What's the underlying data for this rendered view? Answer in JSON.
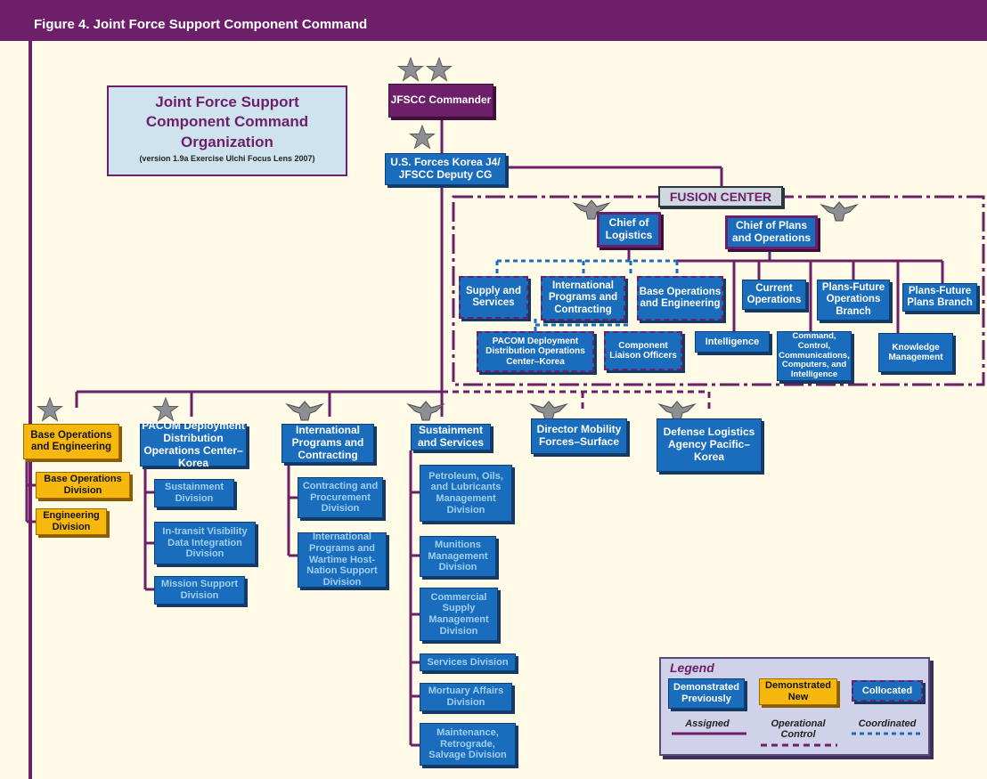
{
  "figure_title": "Figure 4.  Joint Force Support Component Command",
  "title_box": {
    "line1": "Joint Force Support",
    "line2": "Component Command",
    "line3": "Organization",
    "version": "(version 1.9a Exercise Ulchi Focus Lens 2007)"
  },
  "colors": {
    "header": "#6d1f6a",
    "assigned_box": "#1a6dbc",
    "new_box": "#f6b80d",
    "background": "#fffbe6",
    "coordinated_line": "#1a6dbc"
  },
  "command": {
    "commander": "JFSCC Commander",
    "deputy_l1": "U.S. Forces Korea J4/",
    "deputy_l2": "JFSCC Deputy CG"
  },
  "fusion_center": {
    "label": "FUSION CENTER",
    "chief_logistics": "Chief of Logistics",
    "chief_plans": "Chief of Plans and Operations",
    "supply_services": "Supply and Services",
    "intl_programs": "International Programs and Contracting",
    "base_ops_eng": "Base Operations and Engineering",
    "current_ops": "Current Operations",
    "plans_future_ops": "Plans-Future Operations Branch",
    "plans_future_plans": "Plans-Future Plans Branch",
    "pacom_ddoc": "PACOM Deployment Distribution Operations Center–Korea",
    "liaison": "Component Liaison Officers",
    "intelligence": "Intelligence",
    "c4i": "Command, Control, Communications, Computers, and Intelligence",
    "knowledge": "Knowledge Management"
  },
  "subordinates": {
    "base_ops": {
      "title": "Base Operations and Engineering",
      "divisions": [
        "Base Operations Division",
        "Engineering Division"
      ]
    },
    "pacom": {
      "title": "PACOM Deployment Distribution Operations Center–Korea",
      "divisions": [
        "Sustainment Division",
        "In-transit Visibility Data Integration Division",
        "Mission Support Division"
      ]
    },
    "intl": {
      "title": "International Programs and Contracting",
      "divisions": [
        "Contracting and Procurement Division",
        "International Programs and Wartime Host-Nation Support Division"
      ]
    },
    "sustain": {
      "title": "Sustainment and Services",
      "divisions": [
        "Petroleum, Oils, and Lubricants Management Division",
        "Munitions Management Division",
        "Commercial Supply Management Division",
        "Services Division",
        "Mortuary Affairs Division",
        "Maintenance, Retrograde, Salvage Division"
      ]
    },
    "dmf": {
      "title": "Director Mobility Forces–Surface"
    },
    "dla": {
      "title": "Defense Logistics Agency Pacific–Korea"
    }
  },
  "insignia": {
    "two_star": "two-star-insignia-icon",
    "one_star": "one-star-insignia-icon",
    "eagle": "colonel-eagle-insignia-icon"
  },
  "legend": {
    "title": "Legend",
    "demonstrated_previously": "Demonstrated Previously",
    "demonstrated_new": "Demonstrated New",
    "collocated": "Collocated",
    "assigned": "Assigned",
    "operational_control": "Operational Control",
    "coordinated": "Coordinated"
  }
}
